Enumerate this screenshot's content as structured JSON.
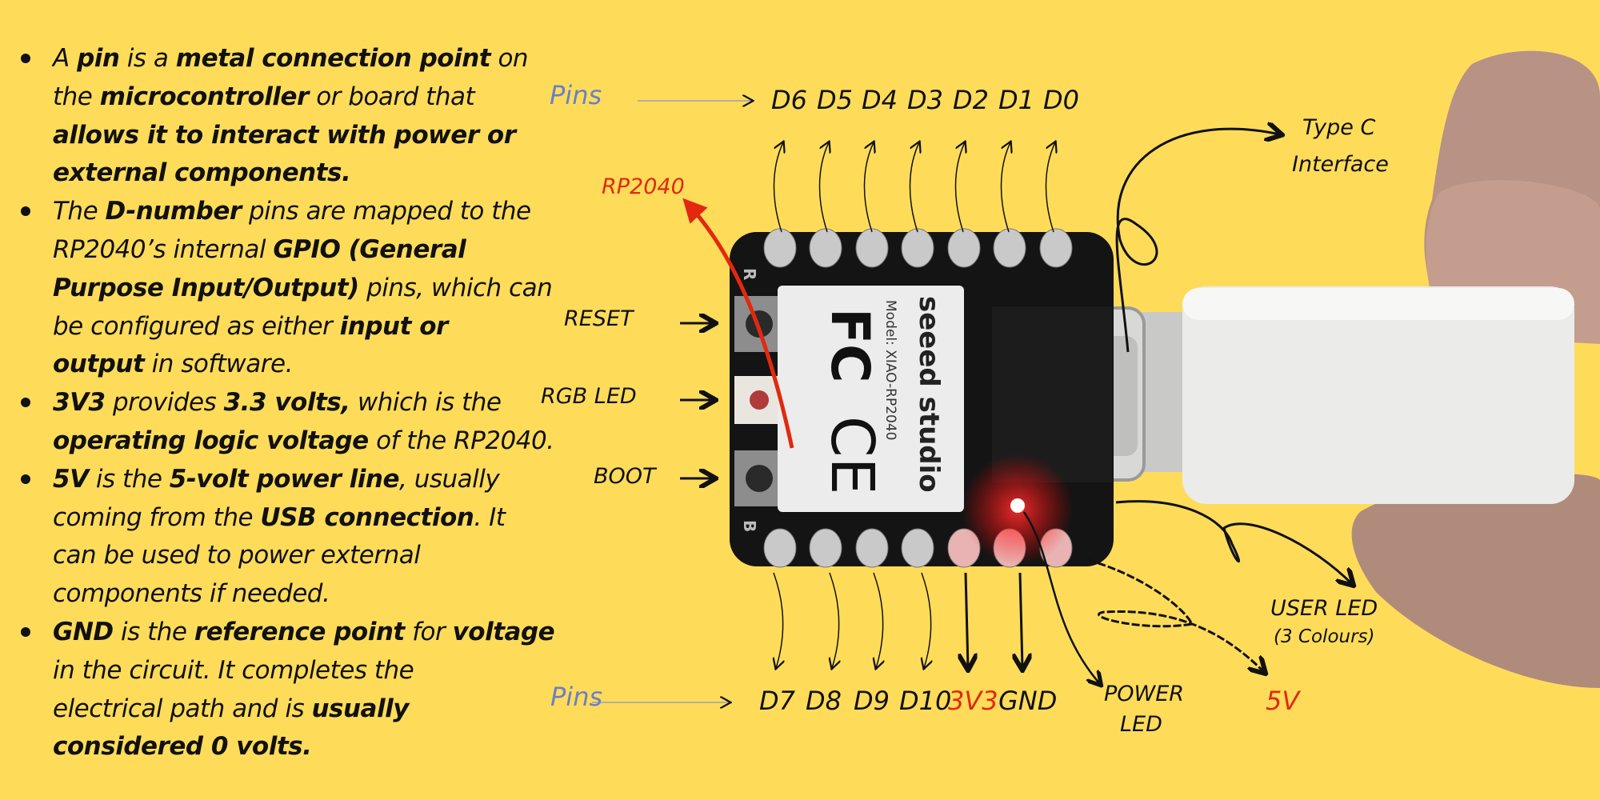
{
  "bullets": [
    {
      "lines": [
        [
          {
            "t": "A ",
            "b": false
          },
          {
            "t": "pin",
            "b": true
          },
          {
            "t": " is a ",
            "b": false
          },
          {
            "t": "metal connection point",
            "b": true
          },
          {
            "t": " on",
            "b": false
          }
        ],
        [
          {
            "t": "the ",
            "b": false
          },
          {
            "t": "microcontroller",
            "b": true
          },
          {
            "t": " or board that",
            "b": false
          }
        ],
        [
          {
            "t": "allows it to interact with power or",
            "b": true
          }
        ],
        [
          {
            "t": "external components.",
            "b": true
          }
        ]
      ]
    },
    {
      "lines": [
        [
          {
            "t": "The ",
            "b": false
          },
          {
            "t": "D-number",
            "b": true
          },
          {
            "t": " pins are mapped to the",
            "b": false
          }
        ],
        [
          {
            "t": "RP2040’s internal ",
            "b": false
          },
          {
            "t": "GPIO (General",
            "b": true
          }
        ],
        [
          {
            "t": "Purpose Input/Output)",
            "b": true
          },
          {
            "t": " pins, which can",
            "b": false
          }
        ],
        [
          {
            "t": "be configured as either ",
            "b": false
          },
          {
            "t": "input or",
            "b": true
          }
        ],
        [
          {
            "t": "output",
            "b": true
          },
          {
            "t": " in software.",
            "b": false
          }
        ]
      ]
    },
    {
      "lines": [
        [
          {
            "t": "3V3",
            "b": true
          },
          {
            "t": " provides ",
            "b": false
          },
          {
            "t": "3.3 volts,",
            "b": true
          },
          {
            "t": " which is the",
            "b": false
          }
        ],
        [
          {
            "t": "operating logic voltage",
            "b": true
          },
          {
            "t": " of the RP2040.",
            "b": false
          }
        ]
      ]
    },
    {
      "lines": [
        [
          {
            "t": "5V",
            "b": true
          },
          {
            "t": " is the ",
            "b": false
          },
          {
            "t": "5-volt power line",
            "b": true
          },
          {
            "t": ", usually",
            "b": false
          }
        ],
        [
          {
            "t": "coming from the ",
            "b": false
          },
          {
            "t": "USB connection",
            "b": true
          },
          {
            "t": ". It",
            "b": false
          }
        ],
        [
          {
            "t": "can be used to power external",
            "b": false
          }
        ],
        [
          {
            "t": "components if needed.",
            "b": false
          }
        ]
      ]
    },
    {
      "lines": [
        [
          {
            "t": "GND",
            "b": true
          },
          {
            "t": " is the ",
            "b": false
          },
          {
            "t": "reference point",
            "b": true
          },
          {
            "t": " for ",
            "b": false
          },
          {
            "t": "voltage",
            "b": true
          }
        ],
        [
          {
            "t": "in the circuit. It completes the",
            "b": false
          }
        ],
        [
          {
            "t": "electrical path and is ",
            "b": false
          },
          {
            "t": "usually",
            "b": true
          }
        ],
        [
          {
            "t": "considered 0 volts.",
            "b": true
          }
        ]
      ]
    }
  ],
  "diagram": {
    "top_pins_label": "Pins",
    "top_pins": [
      "D6",
      "D5",
      "D4",
      "D3",
      "D2",
      "D1",
      "D0"
    ],
    "bottom_pins_label": "Pins",
    "bottom_pins": [
      "D7",
      "D8",
      "D9",
      "D10"
    ],
    "pin_3v3": "3V3",
    "pin_gnd": "GND",
    "chip_label": "RP2040",
    "reset_label": "RESET",
    "rgb_led_label": "RGB LED",
    "boot_label": "BOOT",
    "type_c_line1": "Type C",
    "type_c_line2": "Interface",
    "user_led_line1": "USER LED",
    "user_led_line2": "(3 Colours)",
    "power_led_line1": "POWER",
    "power_led_line2": "LED",
    "pin_5v": "5V",
    "board_brand": "seeed studio",
    "board_model": "Model: XIAO-RP2040",
    "board_marks": [
      "FC",
      "CE"
    ],
    "silk_r": "R",
    "silk_b": "B"
  },
  "colors": {
    "background": "#fedc5a",
    "highlight_red": "#e2290f",
    "pins_blue": "#6b7fc6",
    "board": "#111111"
  }
}
